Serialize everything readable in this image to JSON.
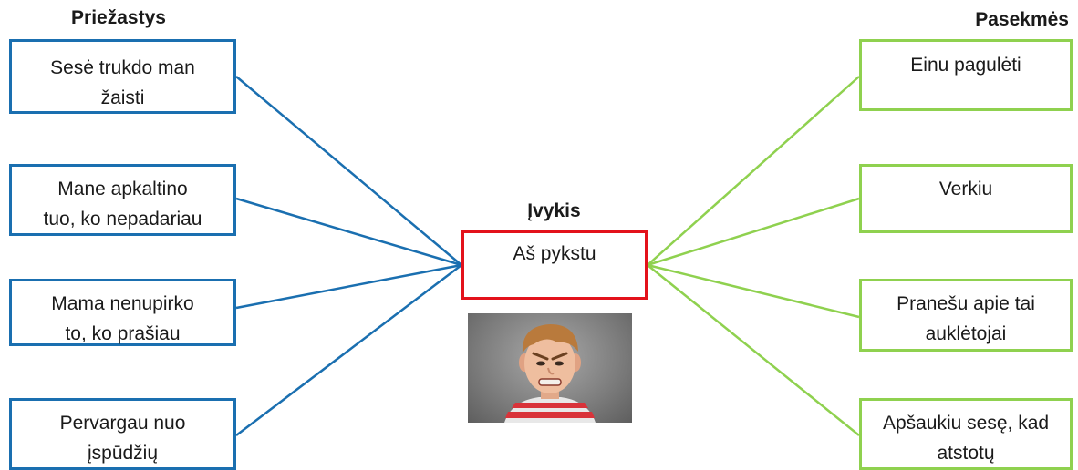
{
  "causes": {
    "heading": "Priežastys",
    "items": [
      {
        "lines": [
          "Sesė trukdo man",
          "žaisti"
        ]
      },
      {
        "lines": [
          "Mane apkaltino",
          "tuo, ko nepadariau"
        ]
      },
      {
        "lines": [
          "Mama nenupirko",
          "to, ko prašiau"
        ]
      },
      {
        "lines": [
          "Pervargau nuo",
          "įspūdžių"
        ]
      }
    ]
  },
  "event": {
    "heading": "Įvykis",
    "label": "Aš pykstu",
    "photo": "angry-child-photo"
  },
  "effects": {
    "heading": "Pasekmės",
    "items": [
      {
        "lines": [
          "Einu pagulėti"
        ]
      },
      {
        "lines": [
          "Verkiu"
        ]
      },
      {
        "lines": [
          "Pranešu apie tai",
          "auklėtojai"
        ]
      },
      {
        "lines": [
          "Apšaukiu sesę, kad",
          "atstotų"
        ]
      }
    ]
  },
  "colors": {
    "cause_border": "#1a6fb0",
    "effect_border": "#8fd14f",
    "event_border": "#e3121b"
  }
}
